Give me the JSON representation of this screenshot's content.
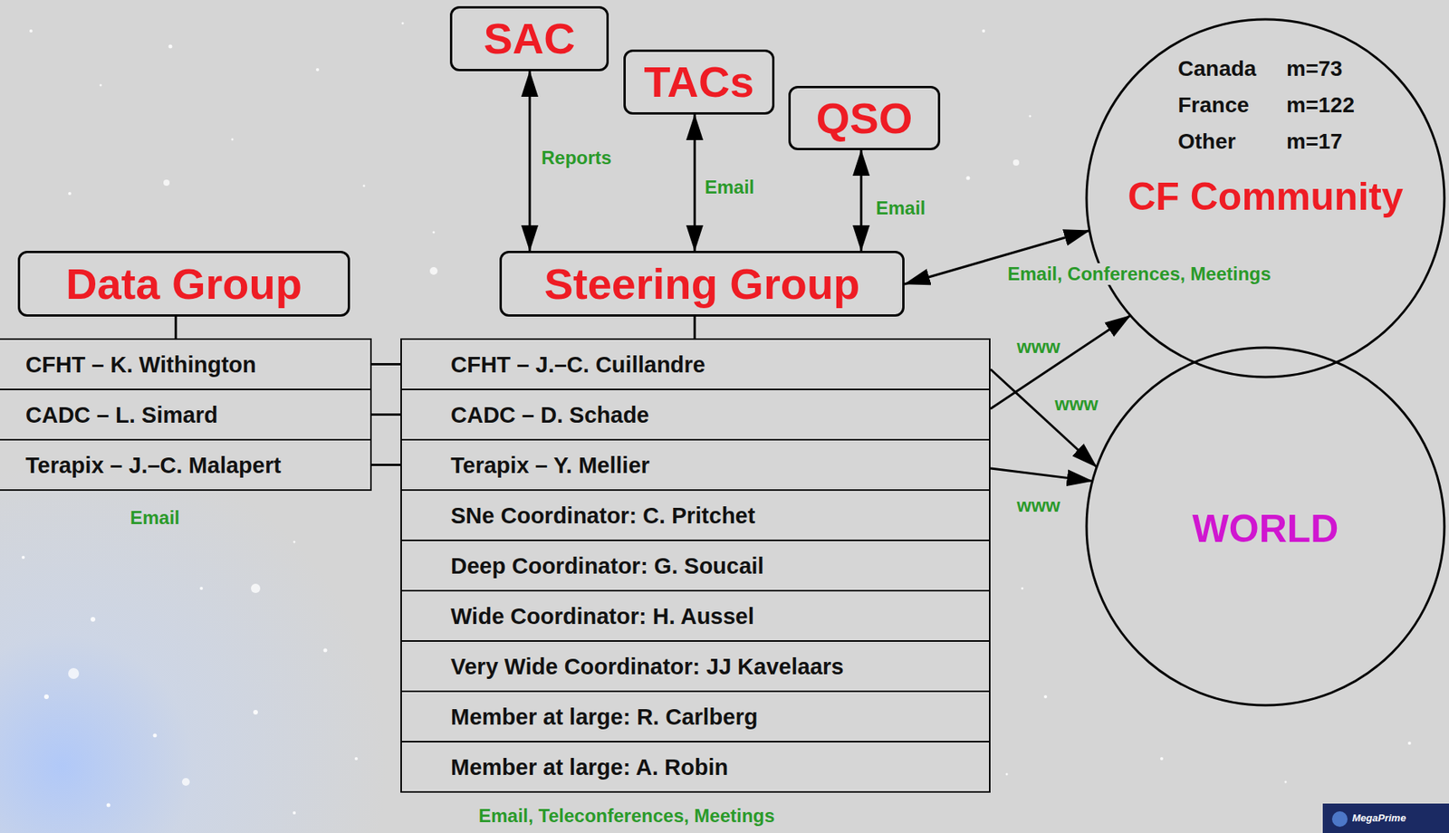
{
  "diagram": {
    "nodes": [
      {
        "text": [
          "SAC"
        ]
      },
      {
        "text": [
          "TACs"
        ]
      },
      {
        "text": [
          "QSO"
        ]
      },
      {
        "text": [
          "Data Group"
        ]
      },
      {
        "text": [
          "CFHT – K. Withington"
        ]
      },
      {
        "text": [
          "CADC – L. Simard"
        ]
      },
      {
        "text": [
          "Terapix – J.–C. Malapert"
        ]
      },
      {
        "text": [
          "Steering Group"
        ]
      },
      {
        "text": [
          "CFHT – J.–C. Cuillandre"
        ]
      },
      {
        "text": [
          "CADC – D. Schade"
        ]
      },
      {
        "text": [
          "Terapix – Y. Mellier"
        ]
      },
      {
        "text": [
          "SNe Coordinator: C. Pritchet"
        ]
      },
      {
        "text": [
          "Deep Coordinator: G. Soucail"
        ]
      },
      {
        "text": [
          "Wide Coordinator: H. Aussel"
        ]
      },
      {
        "text": [
          "Very Wide Coordinator: JJ Kavelaars"
        ]
      },
      {
        "text": [
          "Member at large: R. Carlberg"
        ]
      },
      {
        "text": [
          "Member at large: A. Robin"
        ]
      },
      {
        "text": [
          "Canada",
          "m=73",
          "France",
          "m=122",
          "Other",
          "m=17",
          "CF Community"
        ]
      },
      {
        "text": [
          "WORLD"
        ]
      }
    ],
    "edges": [
      {
        "from": 0,
        "to": 7,
        "arrow": "both",
        "label": "Reports"
      },
      {
        "from": 1,
        "to": 7,
        "arrow": "both",
        "label": "Email"
      },
      {
        "from": 2,
        "to": 7,
        "arrow": "both",
        "label": "Email"
      },
      {
        "from": 7,
        "to": 17,
        "arrow": "both",
        "label": "Email, Conferences, Meetings"
      },
      {
        "from": 3,
        "to": 4,
        "arrow": "none"
      },
      {
        "from": 7,
        "to": 8,
        "arrow": "none"
      },
      {
        "from": 4,
        "to": 8,
        "arrow": "none"
      },
      {
        "from": 5,
        "to": 9,
        "arrow": "none"
      },
      {
        "from": 6,
        "to": 10,
        "arrow": "none"
      },
      {
        "from": 8,
        "to": 18,
        "arrow": "to",
        "label": "www"
      },
      {
        "from": 9,
        "to": 17,
        "arrow": "to",
        "label": "www"
      },
      {
        "from": 10,
        "to": 18,
        "arrow": "to",
        "label": "www"
      }
    ],
    "labels": [
      "Email",
      "Email, Teleconferences, Meetings",
      "MegaPrime"
    ]
  }
}
